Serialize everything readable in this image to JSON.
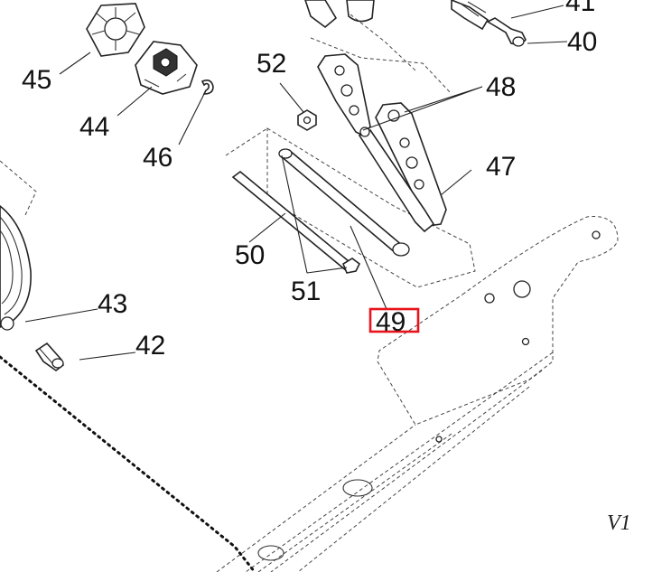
{
  "callouts": {
    "c40": "40",
    "c41": "41",
    "c42": "42",
    "c43": "43",
    "c44": "44",
    "c45": "45",
    "c46": "46",
    "c47": "47",
    "c48": "48",
    "c49": "49",
    "c50": "50",
    "c51": "51",
    "c52": "52"
  },
  "version_mark": "V1",
  "highlight": {
    "target": "49",
    "color": "#e8141c"
  }
}
